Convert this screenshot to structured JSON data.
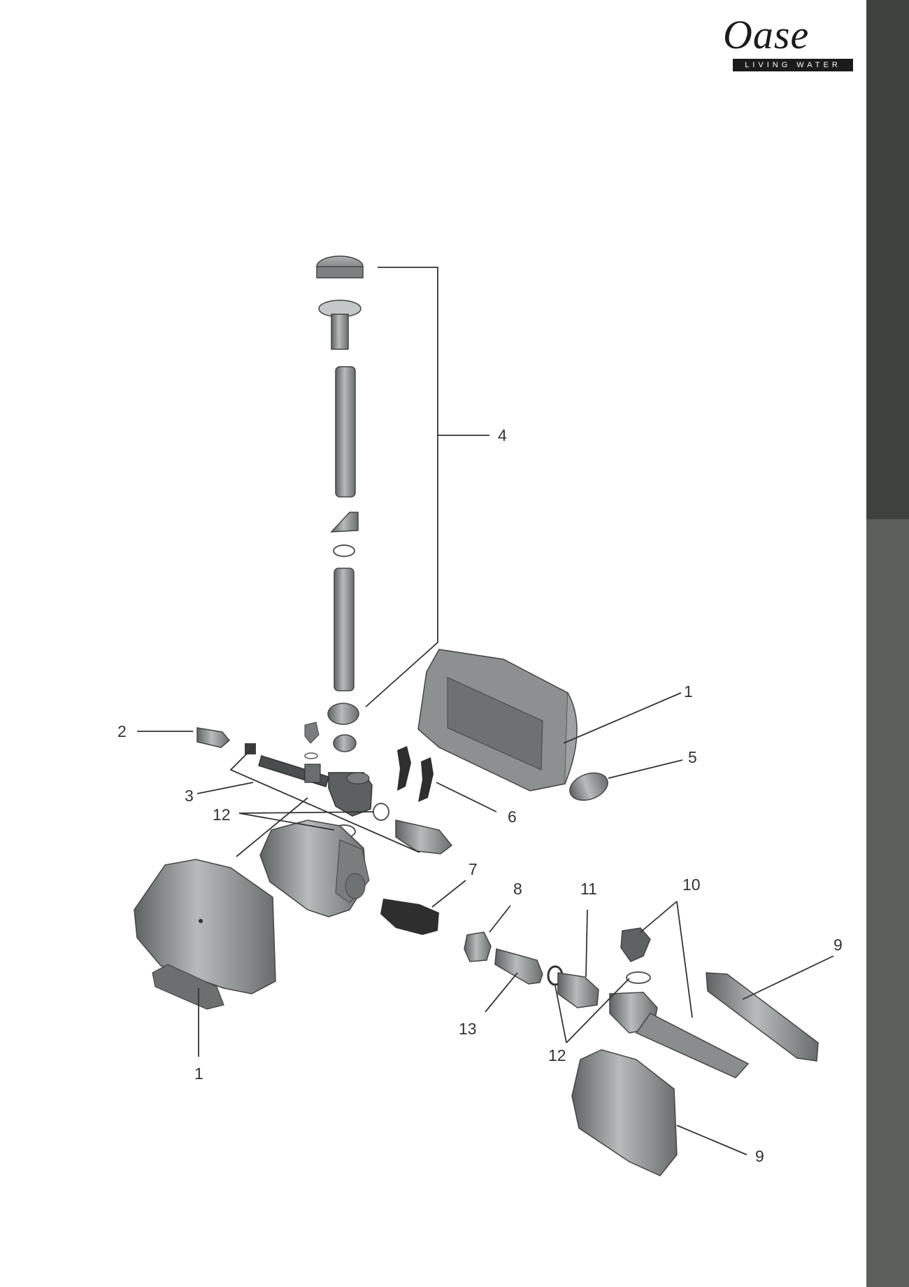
{
  "brand": {
    "name": "Oase",
    "tagline": "LIVING WATER"
  },
  "callouts": {
    "c1_top": "1",
    "c1_bottom": "1",
    "c2": "2",
    "c3": "3",
    "c4": "4",
    "c5": "5",
    "c6": "6",
    "c7": "7",
    "c8": "8",
    "c9_top": "9",
    "c9_bottom": "9",
    "c10": "10",
    "c11": "11",
    "c12_left": "12",
    "c12_bottom": "12",
    "c13": "13"
  },
  "colors": {
    "side_tab_dark": "#3f4340",
    "side_tab_light": "#5b605d",
    "part_fill": "#8a8d8d",
    "part_dark": "#2e2e2e",
    "leader_line": "#333333"
  }
}
